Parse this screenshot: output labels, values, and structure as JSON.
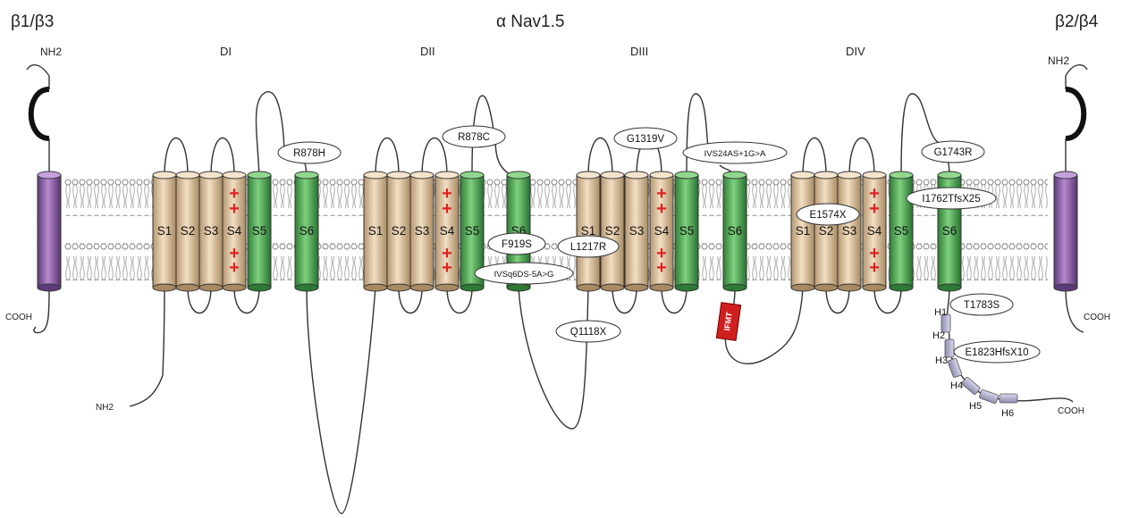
{
  "header": {
    "title": "α Nav1.5",
    "left_subunit": "β1/β3",
    "right_subunit": "β2/β4"
  },
  "domains": [
    "DI",
    "DII",
    "DIII",
    "DIV"
  ],
  "segments": {
    "s1": "S1",
    "s2": "S2",
    "s3": "S3",
    "s4": "S4",
    "s5": "S5",
    "s6": "S6"
  },
  "termini": {
    "left_beta_nh2": "NH2",
    "left_beta_cooh": "COOH",
    "alpha_nh2": "NH2",
    "alpha_cooh": "COOH",
    "right_beta_nh2": "NH2",
    "right_beta_cooh": "COOH"
  },
  "mutations": {
    "r878h": "R878H",
    "r878c": "R878C",
    "g1319v": "G1319V",
    "ivs24": "IVS24AS+1G>A",
    "g1743r": "G1743R",
    "f919s": "F919S",
    "l1217r": "L1217R",
    "ivsq6": "IVSq6DS-5A>G",
    "q1118x": "Q1118X",
    "e1574x": "E1574X",
    "i1762": "I1762TfsX25",
    "t1783s": "T1783S",
    "e1823": "E1823HfsX10"
  },
  "ifm_motif": "IFMT",
  "helices": [
    "H1",
    "H2",
    "H3",
    "H4",
    "H5",
    "H6"
  ],
  "colors": {
    "vsd_segment": "#d9bf9c",
    "pore_segment": "#4aa651",
    "beta_subunit": "#8b5ba6",
    "plus_charge": "#e02020",
    "ifm_box": "#d01f1f",
    "ct_helix": "#b3b1cf",
    "label_fill": "#ffffff"
  },
  "icons": [
    "plus-charge-icon",
    "lipid-bilayer-icon"
  ]
}
